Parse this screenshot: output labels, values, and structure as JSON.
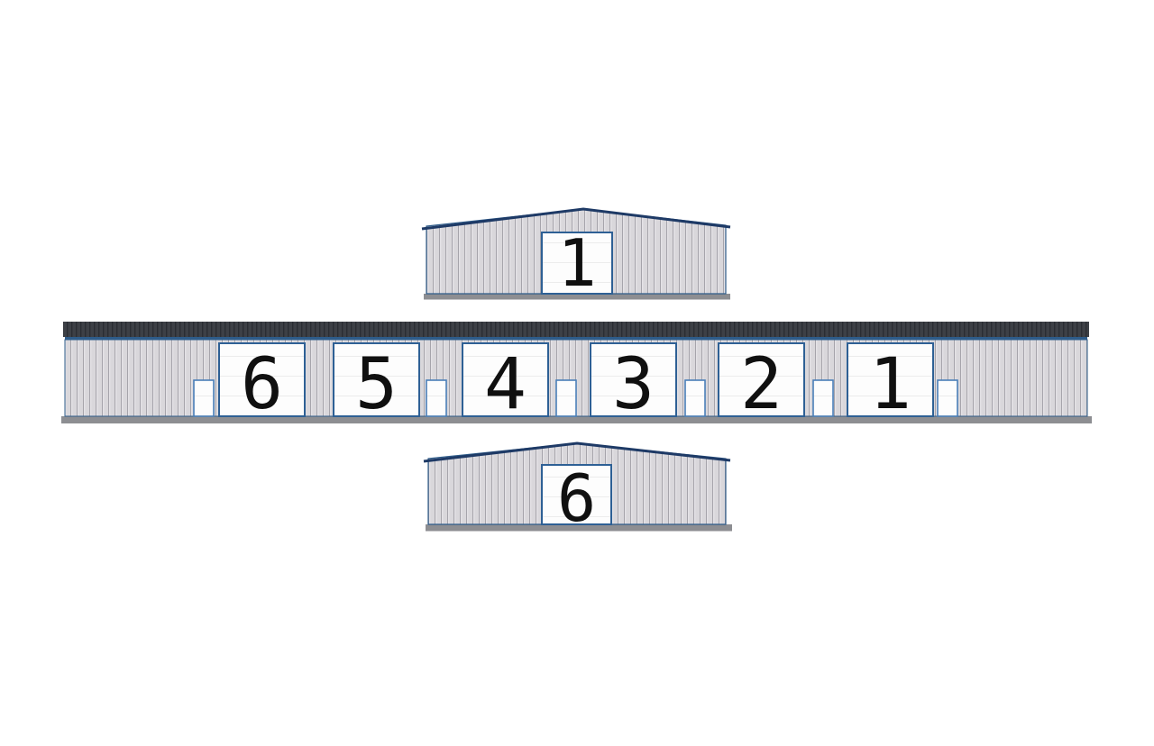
{
  "diagram": {
    "description": "Storage building elevation drawings: one long side elevation with six overhead doors flanked by two gable end elevations",
    "background_color": "#ffffff"
  },
  "colors": {
    "siding_fill": "#d9d7db",
    "siding_stripe": "#a6a4ab",
    "roof_band": "#3d4046",
    "roof_rib": "#2a2d33",
    "eave_trim_blue": "#2e5c8a",
    "gable_roofline_navy": "#1e3a66",
    "overhead_door_border": "#2e6095",
    "man_door_border": "#4a7fb8",
    "door_fill": "#fdfdfd",
    "foundation_gray": "#8d8e92",
    "number_color": "#101010"
  },
  "end_elevation_top": {
    "unit_number": "1"
  },
  "side_elevation": {
    "garage_doors": [
      {
        "unit_number": "6"
      },
      {
        "unit_number": "5"
      },
      {
        "unit_number": "4"
      },
      {
        "unit_number": "3"
      },
      {
        "unit_number": "2"
      },
      {
        "unit_number": "1"
      }
    ],
    "man_door_count": 6
  },
  "end_elevation_bottom": {
    "unit_number": "6"
  }
}
